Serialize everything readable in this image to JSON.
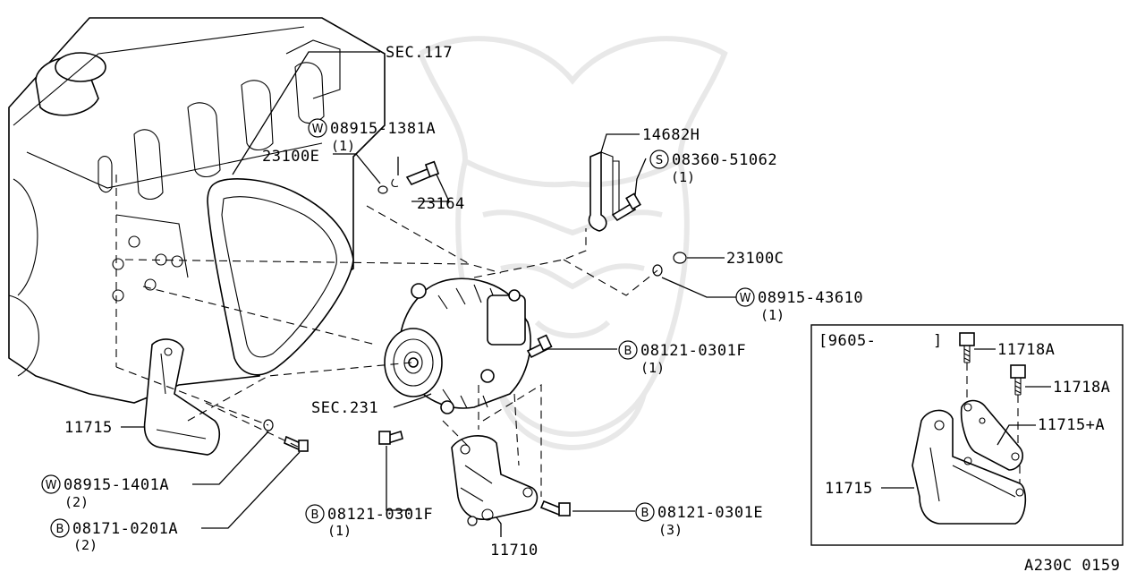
{
  "labels": {
    "sec117": "SEC.117",
    "sec231": "SEC.231",
    "p23100E": "23100E",
    "p23164": "23164",
    "p14682H": "14682H",
    "p23100C": "23100C",
    "p11715": "11715",
    "p11710": "11710",
    "w1381": "08915-1381A",
    "w1381_qty": "(1)",
    "s51062": "08360-51062",
    "s51062_qty": "(1)",
    "w43610": "08915-43610",
    "w43610_qty": "(1)",
    "b0301F_a": "08121-0301F",
    "b0301F_a_qty": "(1)",
    "b0301F_b": "08121-0301F",
    "b0301F_b_qty": "(1)",
    "b0301E": "08121-0301E",
    "b0301E_qty": "(3)",
    "w1401": "08915-1401A",
    "w1401_qty": "(2)",
    "b0201": "08171-0201A",
    "b0201_qty": "(2)"
  },
  "markers": {
    "washer": "W",
    "bolt": "B",
    "screw": "S"
  },
  "inset": {
    "date_open": "[9605-",
    "date_close": "]",
    "p11718A_1": "11718A",
    "p11718A_2": "11718A",
    "p11715A": "11715+A",
    "p11715": "11715"
  },
  "footer": {
    "code": "A230C 0159"
  }
}
